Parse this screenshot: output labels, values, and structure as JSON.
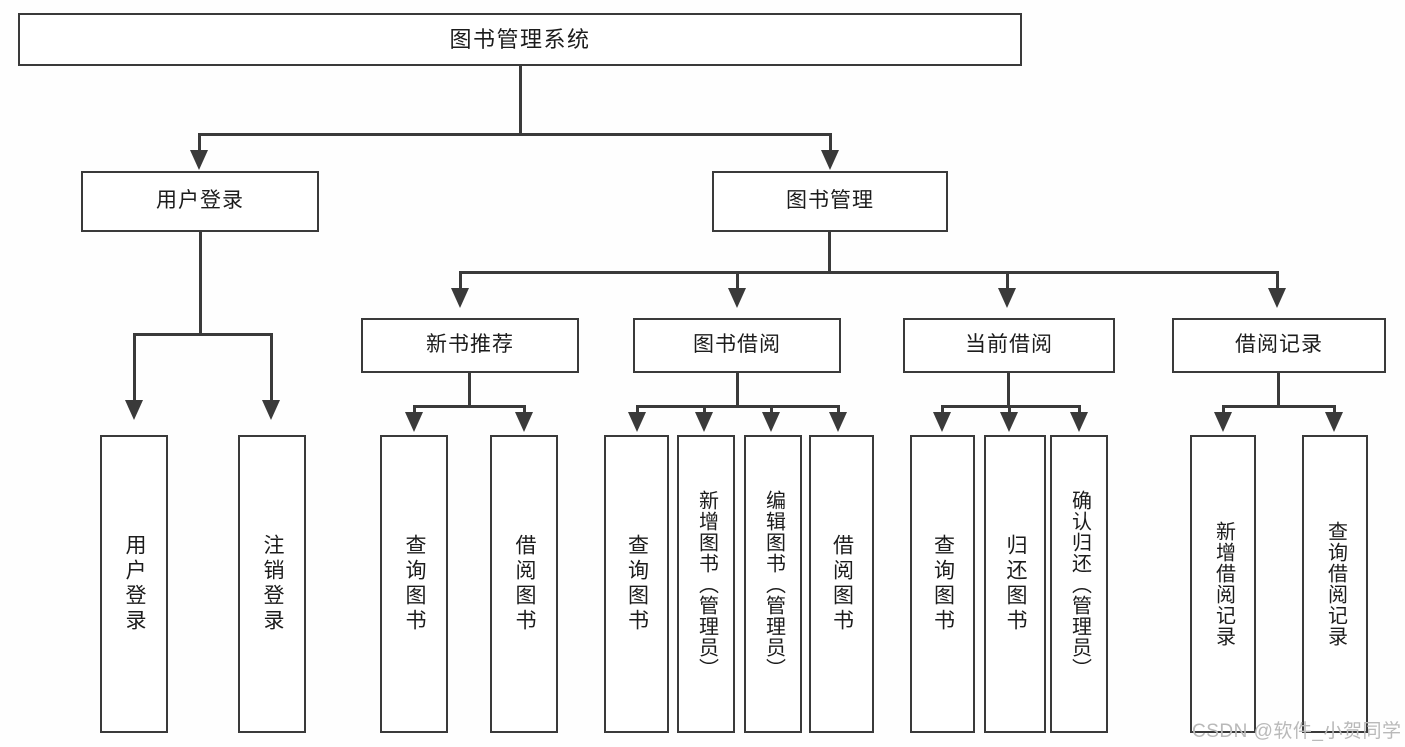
{
  "diagram": {
    "type": "tree-hierarchy",
    "title": "图书管理系统",
    "root": {
      "label": "图书管理系统"
    },
    "level2": [
      {
        "label": "用户登录"
      },
      {
        "label": "图书管理"
      }
    ],
    "level3": [
      {
        "label": "新书推荐"
      },
      {
        "label": "图书借阅"
      },
      {
        "label": "当前借阅"
      },
      {
        "label": "借阅记录"
      }
    ],
    "leaves": {
      "user_login": [
        {
          "label": "用户登录"
        },
        {
          "label": "注销登录"
        }
      ],
      "new_book_recommend": [
        {
          "label": "查询图书"
        },
        {
          "label": "借阅图书"
        }
      ],
      "book_borrow": [
        {
          "label": "查询图书"
        },
        {
          "label": "新增图书（管理员）"
        },
        {
          "label": "编辑图书（管理员）"
        },
        {
          "label": "借阅图书"
        }
      ],
      "current_borrow": [
        {
          "label": "查询图书"
        },
        {
          "label": "归还图书"
        },
        {
          "label": "确认归还（管理员）"
        }
      ],
      "borrow_record": [
        {
          "label": "新增借阅记录"
        },
        {
          "label": "查询借阅记录"
        }
      ]
    }
  },
  "watermark": {
    "text": "CSDN @软件_小贺同学"
  },
  "colors": {
    "line": "#3a3a3a",
    "box_border": "#3a3a3a",
    "box_fill": "#ffffff",
    "text": "#1c1c1c",
    "background": "#fefefe",
    "watermark": "#b9b9b9"
  }
}
